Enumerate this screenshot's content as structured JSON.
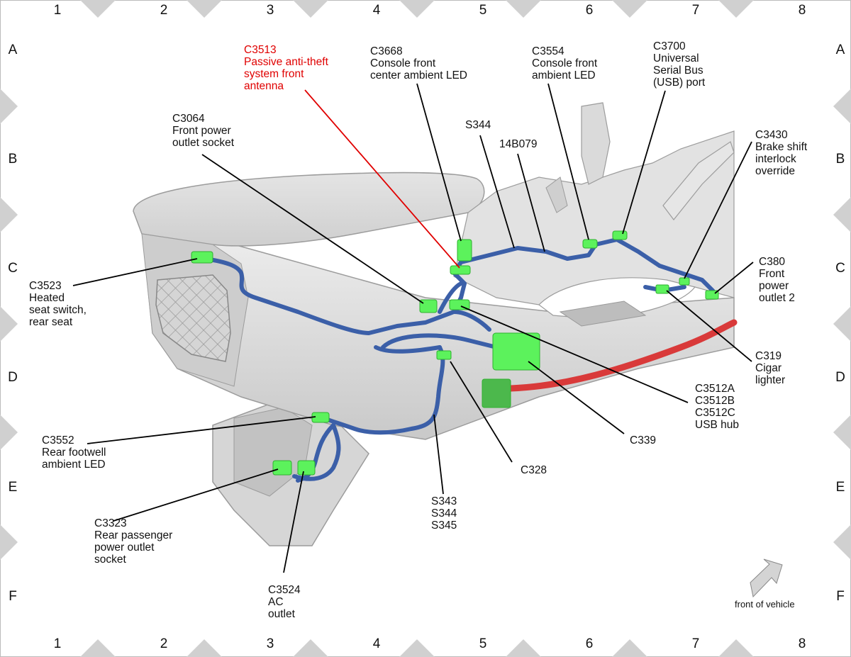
{
  "grid": {
    "columns": [
      "1",
      "2",
      "3",
      "4",
      "5",
      "6",
      "7",
      "8"
    ],
    "rows": [
      "A",
      "B",
      "C",
      "D",
      "E",
      "F"
    ]
  },
  "callouts": {
    "c3513": [
      "C3513",
      "Passive anti-theft",
      "system front",
      "antenna"
    ],
    "c3668": [
      "C3668",
      "Console front",
      "center ambient LED"
    ],
    "c3554": [
      "C3554",
      "Console front",
      "ambient LED"
    ],
    "c3700": [
      "C3700",
      "Universal",
      "Serial Bus",
      "(USB) port"
    ],
    "c3064": [
      "C3064",
      "Front power",
      "outlet socket"
    ],
    "s344_top": [
      "S344"
    ],
    "b14079": [
      "14B079"
    ],
    "c3430": [
      "C3430",
      "Brake shift",
      "interlock",
      "override"
    ],
    "c3523": [
      "C3523",
      "Heated",
      "seat switch,",
      "rear seat"
    ],
    "c380": [
      "C380",
      "Front",
      "power",
      "outlet 2"
    ],
    "c319": [
      "C319",
      "Cigar",
      "lighter"
    ],
    "c3512": [
      "C3512A",
      "C3512B",
      "C3512C",
      "USB hub"
    ],
    "c339": [
      "C339"
    ],
    "c328": [
      "C328"
    ],
    "c3552": [
      "C3552",
      "Rear footwell",
      "ambient LED"
    ],
    "s343": [
      "S343",
      "S344",
      "S345"
    ],
    "c3323": [
      "C3323",
      "Rear passenger",
      "power outlet",
      "socket"
    ],
    "c3524": [
      "C3524",
      "AC",
      "outlet"
    ]
  },
  "orientation": {
    "label": "front of vehicle",
    "icon": "front-arrow-icon"
  },
  "colors": {
    "harness": "#3b5fa8",
    "connector": "#5cf25c",
    "highlight_leader": "#e00000",
    "power_cable": "#d93a3a",
    "console_body": "#d9d9d9"
  }
}
